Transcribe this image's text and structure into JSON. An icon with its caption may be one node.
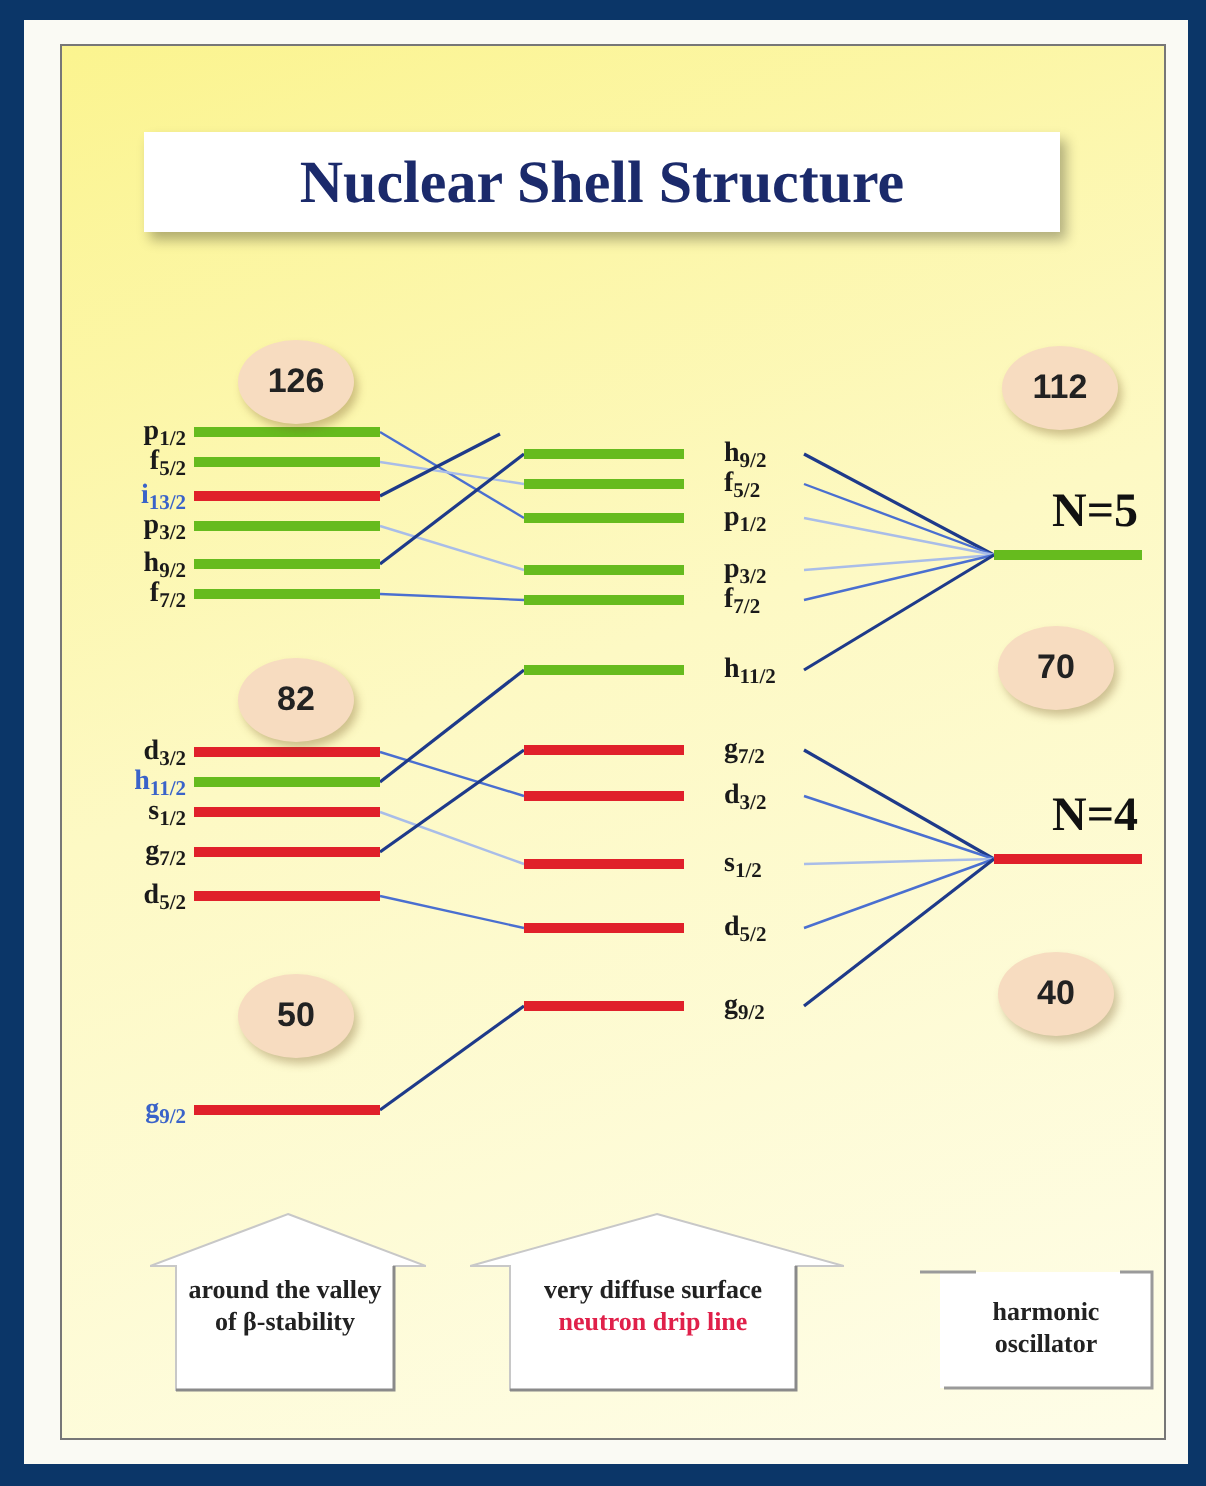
{
  "diagram": {
    "title": "Nuclear Shell Structure",
    "nodes": [
      {
        "text": [
          "p$_{1/2}$"
        ]
      },
      {
        "text": [
          "f$_{5/2}$"
        ]
      },
      {
        "text": [
          "i$_{13/2}$"
        ]
      },
      {
        "text": [
          "p$_{3/2}$"
        ]
      },
      {
        "text": [
          "h$_{9/2}$"
        ]
      },
      {
        "text": [
          "f$_{7/2}$"
        ]
      },
      {
        "text": [
          "d$_{3/2}$"
        ]
      },
      {
        "text": [
          "h$_{11/2}$"
        ]
      },
      {
        "text": [
          "s$_{1/2}$"
        ]
      },
      {
        "text": [
          "g$_{7/2}$"
        ]
      },
      {
        "text": [
          "d$_{5/2}$"
        ]
      },
      {
        "text": [
          "g$_{9/2}$"
        ]
      },
      {
        "text": [
          "h$_{9/2}$"
        ]
      },
      {
        "text": [
          "f$_{5/2}$"
        ]
      },
      {
        "text": [
          "p$_{1/2}$"
        ]
      },
      {
        "text": [
          "p$_{3/2}$"
        ]
      },
      {
        "text": [
          "f$_{7/2}$"
        ]
      },
      {
        "text": [
          "h$_{11/2}$"
        ]
      },
      {
        "text": [
          "g$_{7/2}$"
        ]
      },
      {
        "text": [
          "d$_{3/2}$"
        ]
      },
      {
        "text": [
          "s$_{1/2}$"
        ]
      },
      {
        "text": [
          "d$_{5/2}$"
        ]
      },
      {
        "text": [
          "g$_{9/2}$"
        ]
      },
      {
        "text": [
          "N=5"
        ]
      },
      {
        "text": [
          "N=4"
        ]
      },
      {
        "text": [
          "126"
        ]
      },
      {
        "text": [
          "82"
        ]
      },
      {
        "text": [
          "50"
        ]
      },
      {
        "text": [
          "112"
        ]
      },
      {
        "text": [
          "70"
        ]
      },
      {
        "text": [
          "40"
        ]
      },
      {
        "text": [
          "around the valley of β-stability"
        ]
      },
      {
        "text": [
          "very diffuse surface",
          "neutron drip line"
        ]
      },
      {
        "text": [
          "harmonic oscillator"
        ]
      }
    ],
    "edges": [
      {
        "from": 0,
        "to": 14,
        "arrow": "none",
        "color": "#4a6fd0"
      },
      {
        "from": 1,
        "to": 13,
        "arrow": "none",
        "color": "#a9bde8"
      },
      {
        "from": 2,
        "to": null,
        "arrow": "none"
      },
      {
        "from": 3,
        "to": 15,
        "arrow": "none",
        "color": "#a9bde8"
      },
      {
        "from": 4,
        "to": 12,
        "arrow": "none"
      },
      {
        "from": 5,
        "to": 16,
        "arrow": "none",
        "color": "#4a6fd0"
      },
      {
        "from": 6,
        "to": 19,
        "arrow": "none",
        "color": "#4a6fd0"
      },
      {
        "from": 7,
        "to": 17,
        "arrow": "none"
      },
      {
        "from": 8,
        "to": 20,
        "arrow": "none",
        "color": "#a9bde8"
      },
      {
        "from": 9,
        "to": 18,
        "arrow": "none"
      },
      {
        "from": 10,
        "to": 21,
        "arrow": "none",
        "color": "#4a6fd0"
      },
      {
        "from": 11,
        "to": 22,
        "arrow": "none"
      },
      {
        "from": 12,
        "to": 23,
        "arrow": "none"
      },
      {
        "from": 13,
        "to": 23,
        "arrow": "none",
        "color": "#4a6fd0"
      },
      {
        "from": 14,
        "to": 23,
        "arrow": "none",
        "color": "#a9bde8"
      },
      {
        "from": 15,
        "to": 23,
        "arrow": "none",
        "color": "#a9bde8"
      },
      {
        "from": 16,
        "to": 23,
        "arrow": "none",
        "color": "#4a6fd0"
      },
      {
        "from": 17,
        "to": 23,
        "arrow": "none"
      },
      {
        "from": 18,
        "to": 24,
        "arrow": "none"
      },
      {
        "from": 19,
        "to": 24,
        "arrow": "none",
        "color": "#4a6fd0"
      },
      {
        "from": 20,
        "to": 24,
        "arrow": "none",
        "color": "#a9bde8"
      },
      {
        "from": 21,
        "to": 24,
        "arrow": "none",
        "color": "#4a6fd0"
      },
      {
        "from": 22,
        "to": 24,
        "arrow": "none"
      }
    ]
  }
}
